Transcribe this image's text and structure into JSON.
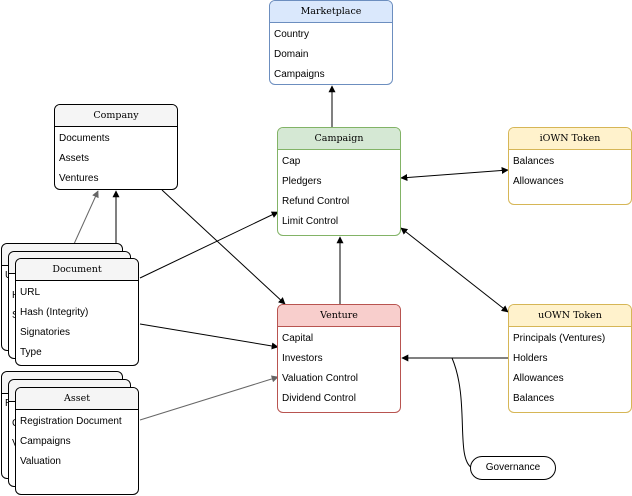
{
  "entities": {
    "marketplace": {
      "title": "Marketplace",
      "fields": [
        "Country",
        "Domain",
        "Campaigns"
      ]
    },
    "company": {
      "title": "Company",
      "fields": [
        "Documents",
        "Assets",
        "Ventures"
      ]
    },
    "campaign": {
      "title": "Campaign",
      "fields": [
        "Cap",
        "Pledgers",
        "Refund Control",
        "Limit Control"
      ]
    },
    "iown_token": {
      "title": "iOWN Token",
      "fields": [
        "Balances",
        "Allowances"
      ]
    },
    "document": {
      "title": "Document",
      "fields": [
        "URL",
        "Hash (Integrity)",
        "Signatories",
        "Type"
      ]
    },
    "venture": {
      "title": "Venture",
      "fields": [
        "Capital",
        "Investors",
        "Valuation Control",
        "Dividend Control"
      ]
    },
    "uown_token": {
      "title": "uOWN Token",
      "fields": [
        "Principals (Ventures)",
        "Holders",
        "Allowances",
        "Balances"
      ]
    },
    "asset": {
      "title": "Asset",
      "fields": [
        "Registration Document",
        "Campaigns",
        "Valuation"
      ]
    }
  },
  "governance": {
    "label": "Governance"
  },
  "stack_glimpses": {
    "document_back": [
      "U",
      "H",
      "S"
    ],
    "asset_back": [
      "R",
      "C",
      "V"
    ]
  },
  "colors": {
    "blue_fill": "#dae8fc",
    "blue_stroke": "#6c8ebf",
    "green_fill": "#d5e8d4",
    "green_stroke": "#82b366",
    "yellow_fill": "#fff2cc",
    "yellow_stroke": "#d6b656",
    "red_fill": "#f8cecc",
    "red_stroke": "#b85450",
    "gray_fill": "#f5f5f5",
    "edge_dark": "#000000",
    "edge_gray": "#666666"
  }
}
